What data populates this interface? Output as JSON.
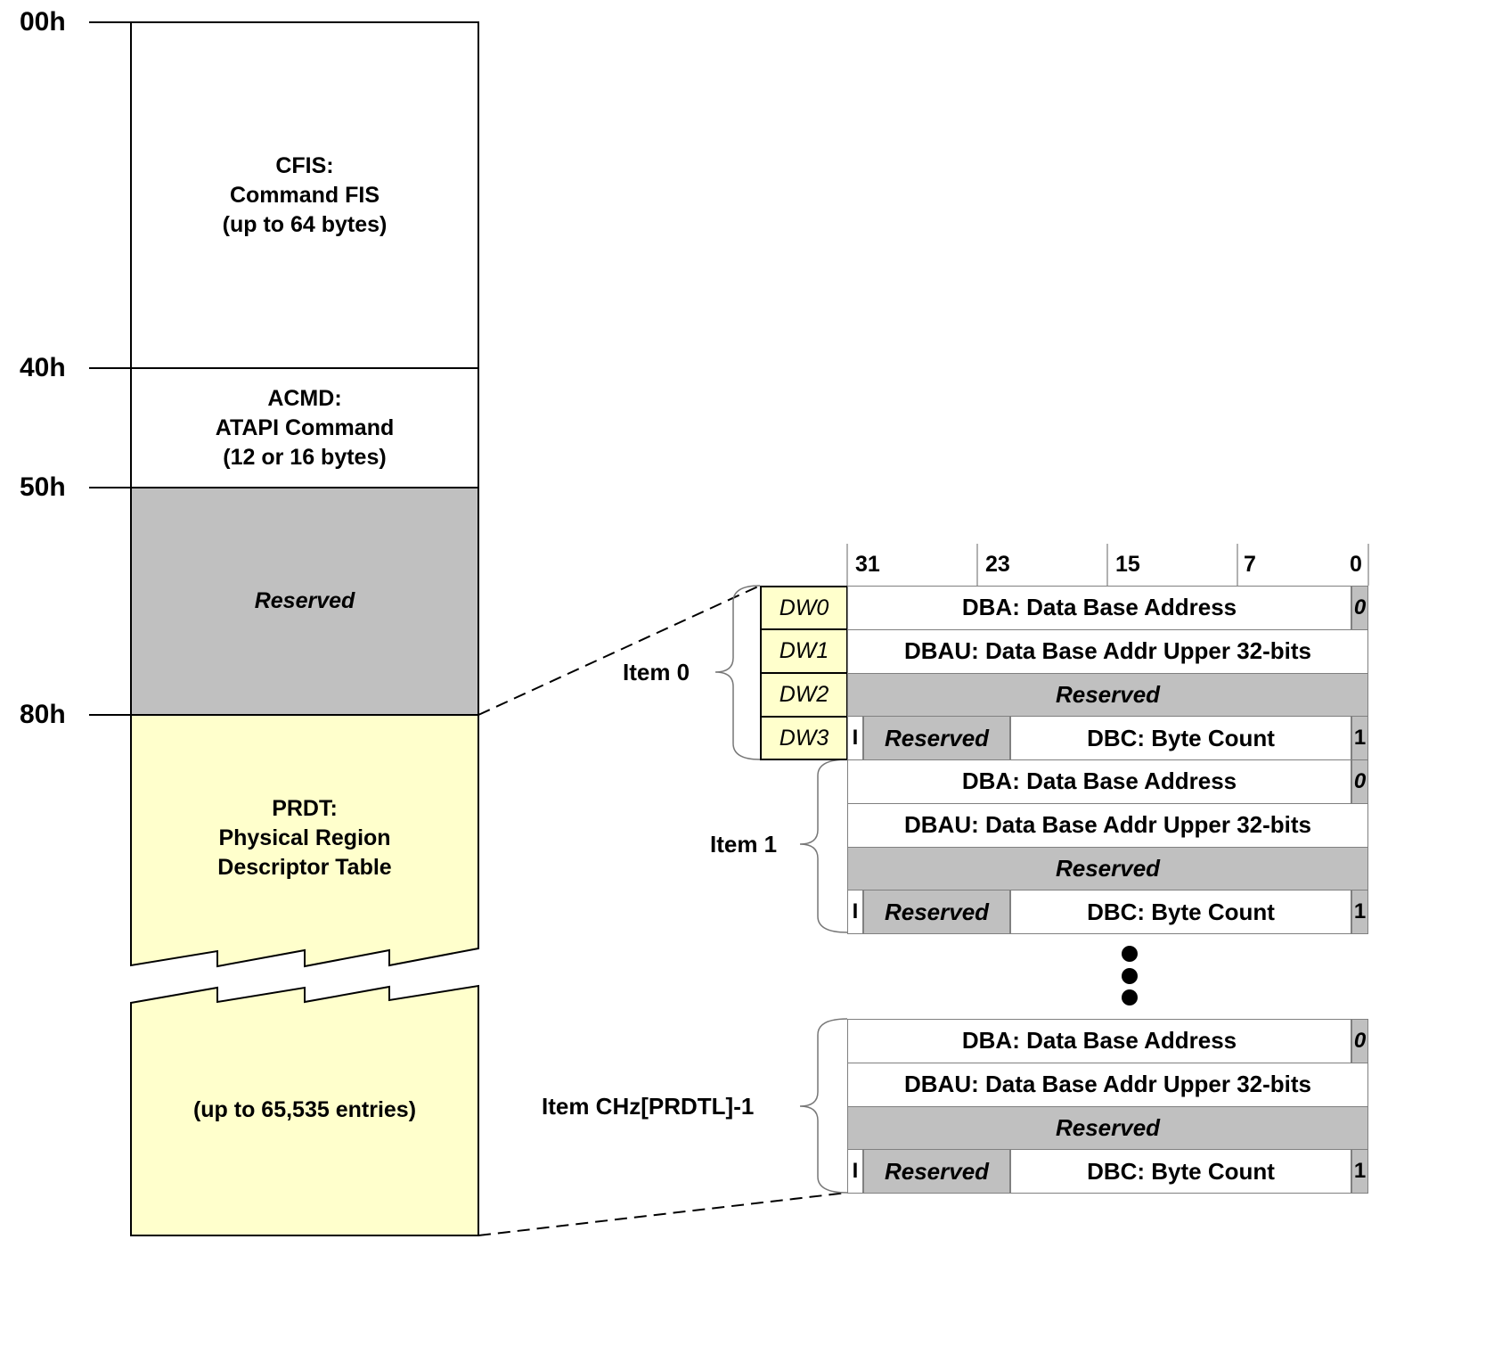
{
  "colors": {
    "reserved_gray": "#c0c0c0",
    "prdt_yellow": "#ffffcc",
    "white": "#ffffff",
    "line": "#000000"
  },
  "memory_map": {
    "offsets": [
      "00h",
      "40h",
      "50h",
      "80h"
    ],
    "regions": [
      {
        "name": "cfis",
        "lines": [
          "CFIS:",
          "Command FIS",
          "(up to 64 bytes)"
        ]
      },
      {
        "name": "acmd",
        "lines": [
          "ACMD:",
          "ATAPI Command",
          "(12 or 16 bytes)"
        ]
      },
      {
        "name": "reserved",
        "lines": [
          "Reserved"
        ]
      },
      {
        "name": "prdt",
        "lines": [
          "PRDT:",
          "Physical Region",
          "Descriptor Table"
        ]
      },
      {
        "name": "prdt-continued",
        "lines": [
          "(up to 65,535 entries)"
        ]
      }
    ]
  },
  "prd_table": {
    "bit_labels": [
      "31",
      "23",
      "15",
      "7",
      "0"
    ],
    "dword_labels": [
      "DW0",
      "DW1",
      "DW2",
      "DW3"
    ],
    "fields": {
      "dba": "DBA: Data Base Address",
      "dba_bit0": "0",
      "dbau": "DBAU: Data Base Addr Upper 32-bits",
      "reserved": "Reserved",
      "interrupt": "I",
      "dw3_reserved": "Reserved",
      "dbc": "DBC: Byte Count",
      "dbc_bit0": "1"
    },
    "items": [
      {
        "label": "Item 0"
      },
      {
        "label": "Item 1"
      },
      {
        "label": "Item CHz[PRDTL]-1"
      }
    ],
    "ellipsis_dots": 3
  }
}
